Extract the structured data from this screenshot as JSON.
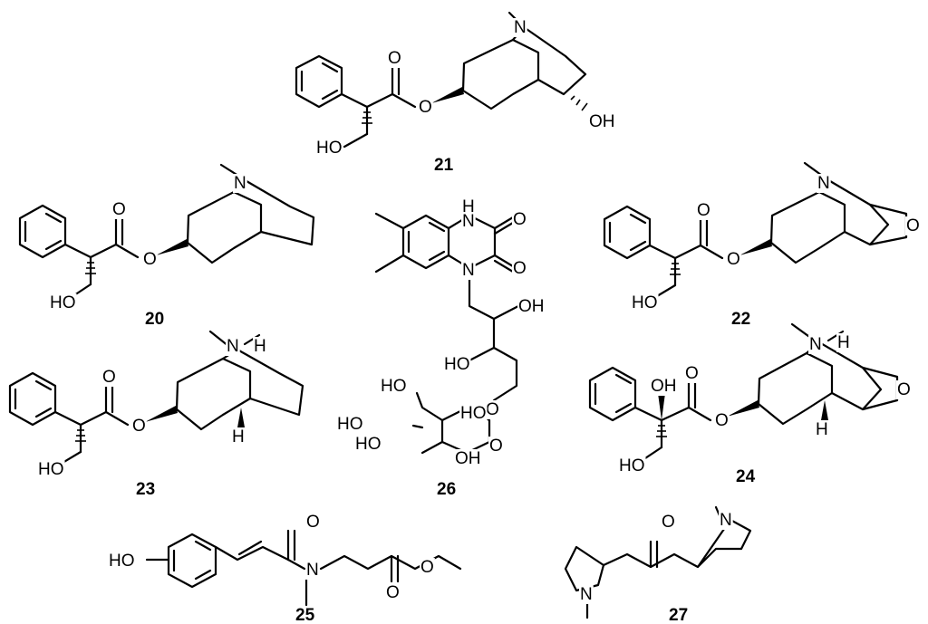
{
  "compounds": [
    {
      "id": "20"
    },
    {
      "id": "21"
    },
    {
      "id": "22"
    },
    {
      "id": "23"
    },
    {
      "id": "24"
    },
    {
      "id": "25"
    },
    {
      "id": "26"
    },
    {
      "id": "27"
    }
  ],
  "atom_labels": {
    "N": "N",
    "O": "O",
    "HO": "HO",
    "OH": "OH",
    "H": "H"
  }
}
